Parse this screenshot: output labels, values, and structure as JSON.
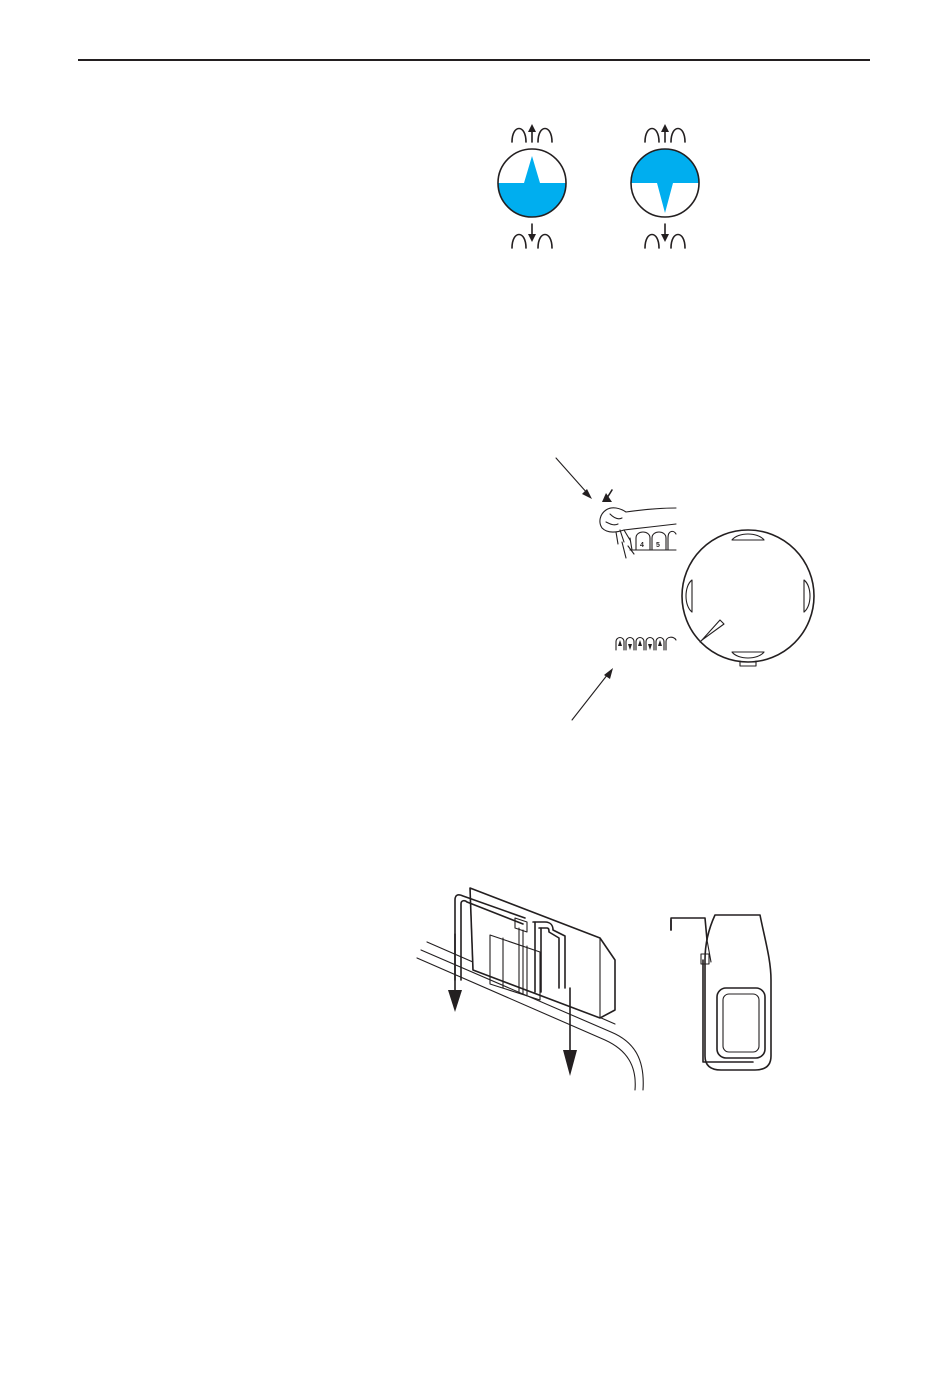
{
  "page": {
    "background": "#ffffff",
    "ink_color": "#231f20",
    "accent_color": "#00aeef"
  },
  "figures": {
    "dial_indicators": {
      "left_dial": {
        "fill_level": 0.5,
        "shape": "peak-up"
      },
      "right_dial": {
        "fill_level": 0.5,
        "shape": "peak-down"
      }
    },
    "key_pad": {
      "key_labels": [
        "4",
        "5"
      ]
    },
    "mounting_bracket": {}
  }
}
